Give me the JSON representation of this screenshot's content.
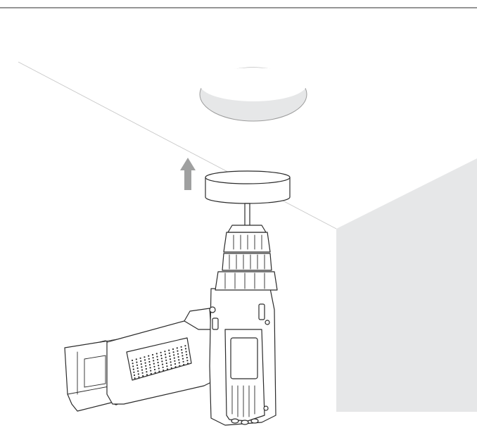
{
  "diagram": {
    "step": "lift-plate-to-ceiling-hole",
    "colors": {
      "background": "#ffffff",
      "wall_shade": "#e6e7e8",
      "ceiling_line": "#c8c8c8",
      "hole_fill": "#e6e7e8",
      "arrow": "#9fa0a0",
      "outline": "#2b2b2b"
    },
    "icons": [
      "ceiling-hole",
      "up-arrow-icon",
      "mounting-plate",
      "power-drill"
    ]
  }
}
